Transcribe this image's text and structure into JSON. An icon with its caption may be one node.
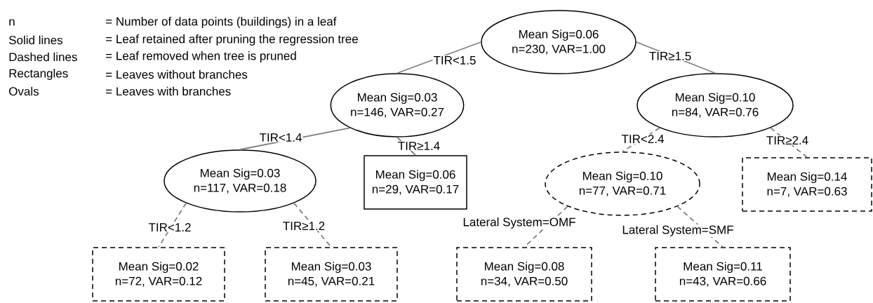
{
  "diagram": {
    "nodes": [
      {
        "text": [
          "Mean Sig=0.06",
          "n=230, VAR=1.00"
        ]
      },
      {
        "text": [
          "Mean Sig=0.03",
          "n=146, VAR=0.27"
        ]
      },
      {
        "text": [
          "Mean Sig=0.10",
          "n=84, VAR=0.76"
        ]
      },
      {
        "text": [
          "Mean Sig=0.03",
          "n=117, VAR=0.18"
        ]
      },
      {
        "text": [
          "Mean Sig=0.06",
          "n=29, VAR=0.17"
        ]
      },
      {
        "text": [
          "Mean Sig=0.10",
          "n=77, VAR=0.71"
        ]
      },
      {
        "text": [
          "Mean Sig=0.14",
          "n=7, VAR=0.63"
        ]
      },
      {
        "text": [
          "Mean Sig=0.02",
          "n=72, VAR=0.12"
        ]
      },
      {
        "text": [
          "Mean Sig=0.03",
          "n=45, VAR=0.21"
        ]
      },
      {
        "text": [
          "Mean Sig=0.08",
          "n=34, VAR=0.50"
        ]
      },
      {
        "text": [
          "Mean Sig=0.11",
          "n=43, VAR=0.66"
        ]
      }
    ],
    "edges": [
      {
        "from": 0,
        "to": 1,
        "arrow": "none",
        "label": "TIR<1.5"
      },
      {
        "from": 0,
        "to": 2,
        "arrow": "none",
        "label": "TIR≥1.5"
      },
      {
        "from": 1,
        "to": 3,
        "arrow": "none",
        "label": "TIR<1.4"
      },
      {
        "from": 1,
        "to": 4,
        "arrow": "none",
        "label": "TIR≥1.4"
      },
      {
        "from": 2,
        "to": 5,
        "arrow": "none",
        "label": "TIR<2.4",
        "style": "dashed"
      },
      {
        "from": 2,
        "to": 6,
        "arrow": "none",
        "label": "TIR≥2.4",
        "style": "dashed"
      },
      {
        "from": 3,
        "to": 7,
        "arrow": "none",
        "label": "TIR<1.2",
        "style": "dashed"
      },
      {
        "from": 3,
        "to": 8,
        "arrow": "none",
        "label": "TIR≥1.2",
        "style": "dashed"
      },
      {
        "from": 5,
        "to": 9,
        "arrow": "none",
        "label": "Lateral System=OMF",
        "style": "dashed"
      },
      {
        "from": 5,
        "to": 10,
        "arrow": "none",
        "label": "Lateral System=SMF",
        "style": "dashed"
      }
    ],
    "labels": [
      "n",
      "= Number of data points (buildings) in a leaf",
      "Solid lines",
      "= Leaf retained after pruning the regression tree",
      "Dashed lines",
      "= Leaf removed when tree is pruned",
      "Rectangles",
      "= Leaves without branches",
      "Ovals",
      "= Leaves with branches"
    ]
  }
}
